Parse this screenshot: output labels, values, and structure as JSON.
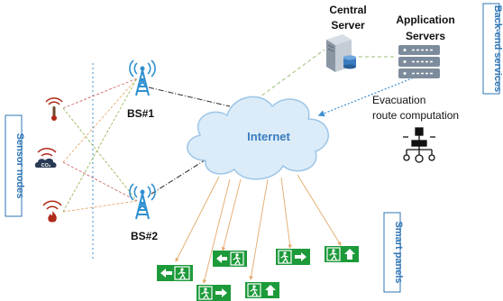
{
  "labels": {
    "central_server": [
      "Central",
      "Server"
    ],
    "application_servers": [
      "Application",
      "Servers"
    ],
    "evacuation": [
      "Evacuation",
      "route computation"
    ],
    "internet": "Internet",
    "bs1": "BS#1",
    "bs2": "BS#2",
    "sensor_nodes": "Sensor nodes",
    "back_end_services": "Back-end services",
    "smart_panels": "Smart panels",
    "co2": "CO₂"
  },
  "colors": {
    "accent_blue": "#2e75b6",
    "cloud_fill": "#dbecf8",
    "cloud_stroke": "#9cc5e8",
    "tower": "#2e8fd0",
    "sensor": "#b02a1a",
    "sign_green": "#1d9a3a",
    "link_orange": "#e3a96a",
    "link_green": "#9ab85a",
    "link_dark": "#333333",
    "link_blue_arrow": "#3c8fd0",
    "link_server": "#9bbe73"
  },
  "icons": {
    "server": "server-icon",
    "rack": "server-rack-icon",
    "flowchart": "flowchart-icon",
    "tower": "cell-tower-icon",
    "thermometer": "thermometer-sensor-icon",
    "gas": "co2-sensor-icon",
    "flame": "flame-sensor-icon",
    "exit_left": "exit-left-sign-icon",
    "exit_right": "exit-right-sign-icon",
    "exit_up": "exit-up-sign-icon"
  }
}
